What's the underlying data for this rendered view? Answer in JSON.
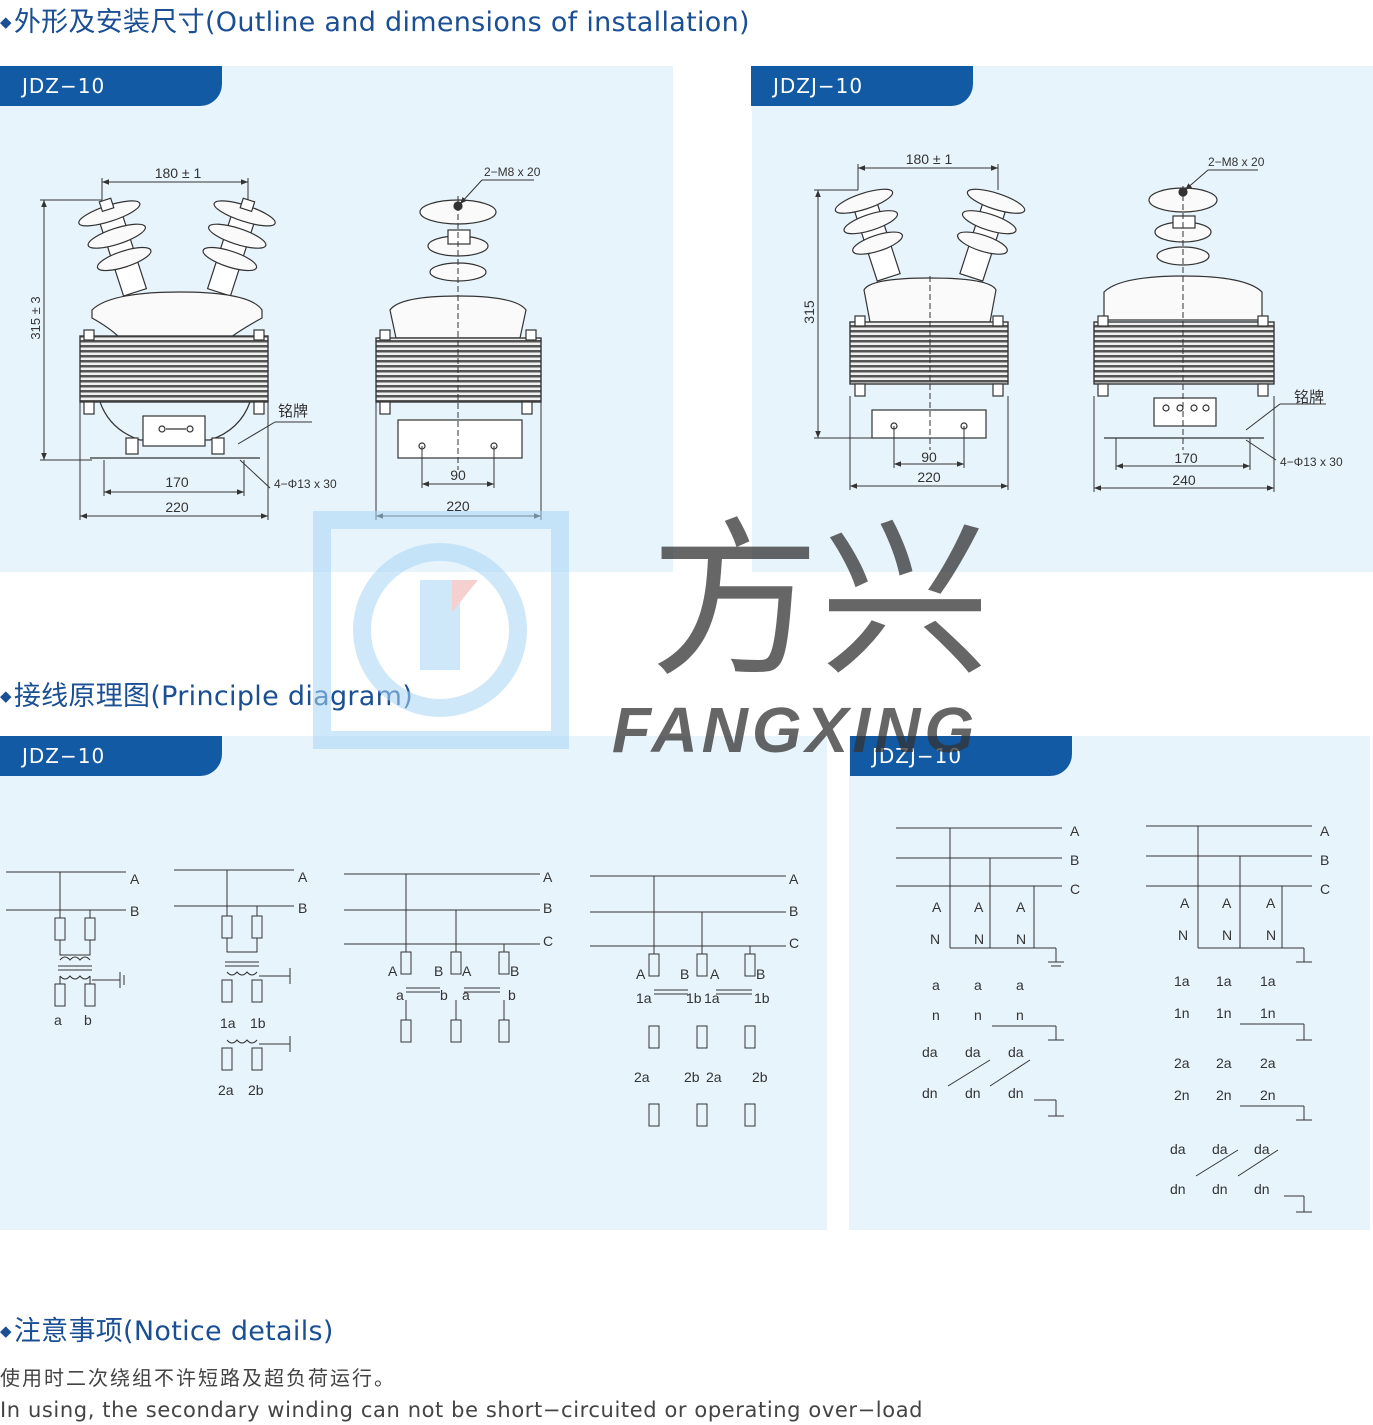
{
  "headings": {
    "outline": "外形及安装尺寸(Outline and dimensions of installation)",
    "principle": "接线原理图(Principle diagram)",
    "notice": "注意事项(Notice details)"
  },
  "tabs": {
    "outline_left": "JDZ−10",
    "outline_right": "JDZJ−10",
    "principle_left": "JDZ−10",
    "principle_right": "JDZJ−10"
  },
  "dims": {
    "jdz_top": "180 ± 1",
    "jdz_height": "315 ± 3",
    "jdz_170": "170",
    "jdz_220a": "220",
    "jdz_220b": "220",
    "jdz_90": "90",
    "jdz_bolt": "2−M8 x 20",
    "jdz_hole": "4−Φ13 x 30",
    "jdz_plate": "铭牌",
    "jdzj_top": "180 ± 1",
    "jdzj_height": "315",
    "jdzj_90": "90",
    "jdzj_220": "220",
    "jdzj_170": "170",
    "jdzj_240": "240",
    "jdzj_bolt": "2−M8 x 20",
    "jdzj_hole": "4−Φ13 x 30",
    "jdzj_plate": "铭牌"
  },
  "watermark": {
    "cn": "方兴",
    "en": "FANGXING"
  },
  "notice": {
    "cn": "使用时二次绕组不许短路及超负荷运行。",
    "en": "In using, the secondary winding can not be short−circuited or operating over−load"
  },
  "colors": {
    "heading": "#1a4f93",
    "tab": "#135aa4",
    "panel": "#e8f4fc"
  }
}
